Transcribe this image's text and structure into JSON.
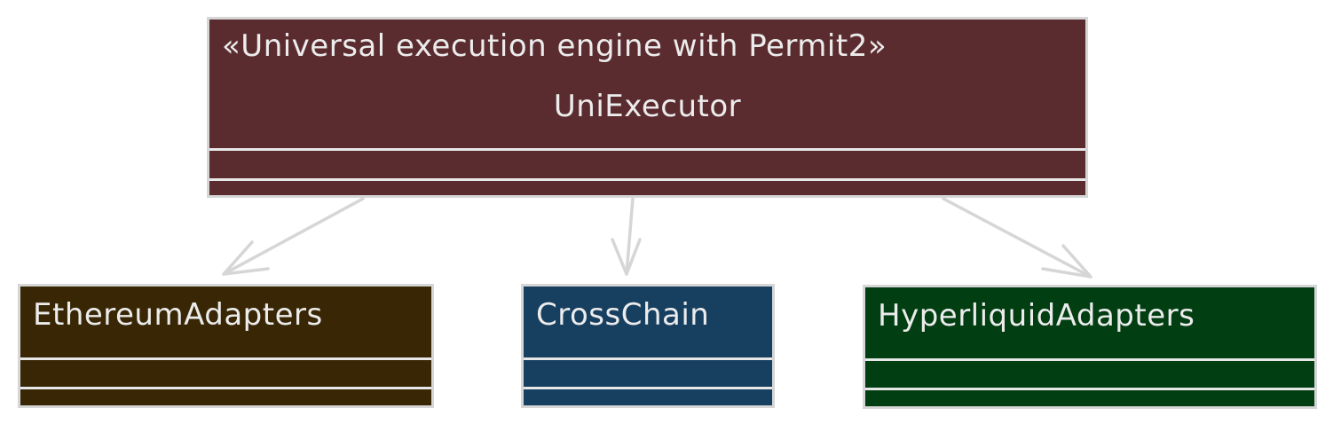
{
  "diagram": {
    "colors": {
      "line": "#d6d6d6",
      "text": "#ececec"
    },
    "classes": {
      "uni": {
        "stereotype": "«Universal execution engine with Permit2»",
        "name": "UniExecutor",
        "fill": "#5b2c2f"
      },
      "eth": {
        "name": "EthereumAdapters",
        "fill": "#382605"
      },
      "cross": {
        "name": "CrossChain",
        "fill": "#173f60"
      },
      "hyper": {
        "name": "HyperliquidAdapters",
        "fill": "#013e12"
      }
    },
    "edges": [
      {
        "from": "UniExecutor",
        "to": "EthereumAdapters"
      },
      {
        "from": "UniExecutor",
        "to": "CrossChain"
      },
      {
        "from": "UniExecutor",
        "to": "HyperliquidAdapters"
      }
    ]
  }
}
